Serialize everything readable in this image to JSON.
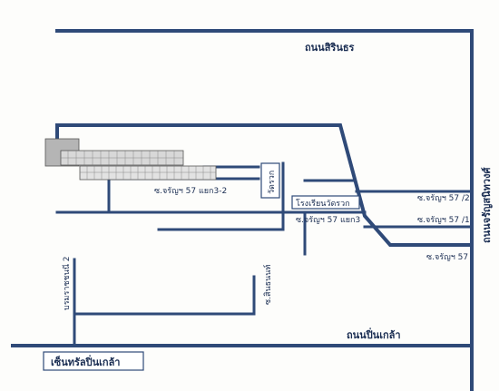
{
  "roads": {
    "sirindhorn": "ถนนสิรินธร",
    "charansanitwong": "ถนนจรัญสนิทวงศ์",
    "pinklao": "ถนนปิ่นเกล้า",
    "soi57_2": "ซ.จรัญฯ 57 /2",
    "soi57_1": "ซ.จรัญฯ 57 /1",
    "soi57": "ซ.จรัญฯ 57",
    "soi57_3_2": "ซ.จรัญฯ 57 แยก3-2",
    "soi57_3": "ซ.จรัญฯ 57 แยก3",
    "borommaratchachonnani2": "บรมราชชนนี 2",
    "soi_sinthanonthi": "ซ.สินธนนท์"
  },
  "landmarks": {
    "wat_sak": "วัดรวก",
    "school": "โรงเรียนวัดรวก",
    "central": "เซ็นทรัลปิ่นเกล้า"
  },
  "colors": {
    "road": "#2f4a78",
    "building_fill": "#c8c8c8"
  }
}
